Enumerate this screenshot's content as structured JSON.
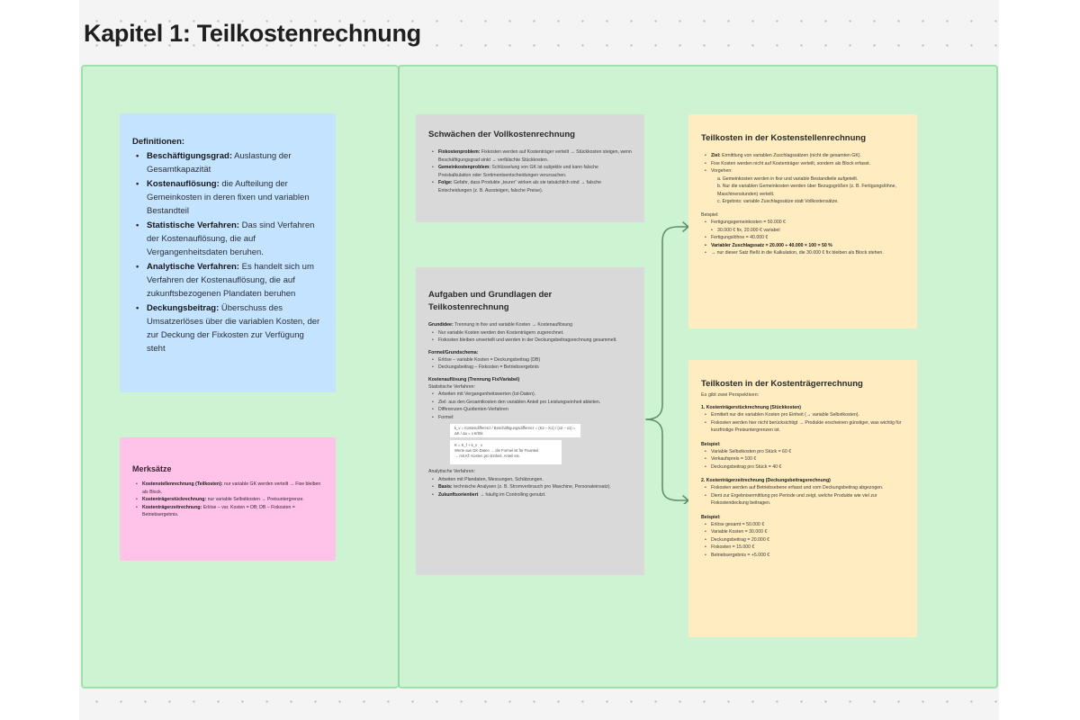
{
  "page": {
    "title": "Kapitel 1: Teilkostenrechnung"
  },
  "definitions_card": {
    "title": "Definitionen:",
    "items": [
      {
        "term": "Beschäftigungsgrad:",
        "text": " Auslastung der Gesamtkapazität"
      },
      {
        "term": "Kostenauflösung:",
        "text": " die Aufteilung der Gemeinkosten in deren fixen und variablen Bestandteil"
      },
      {
        "term": "Statistische Verfahren:",
        "text": " Das sind Verfahren der Kostenauflösung, die auf Vergangenheitsdaten beruhen."
      },
      {
        "term": "Analytische Verfahren:",
        "text": " Es handelt sich um Verfahren der Kostenauflösung, die auf zukunftsbezogenen Plandaten beruhen"
      },
      {
        "term": "Deckungsbeitrag:",
        "text": " Überschuss des Umsatzerlöses über die variablen Kosten, der zur Deckung der Fixkosten zur Verfügung steht"
      }
    ]
  },
  "merksaetze_card": {
    "title": "Merksätze",
    "items": [
      {
        "term": "Kostenstellenrechnung (Teilkosten):",
        "text": " nur variable GK werden verteilt → Fixe bleiben als Block."
      },
      {
        "term": "Kostenträgerstückrechnung:",
        "text": " nur variable Selbstkosten → Preisuntergrenze."
      },
      {
        "term": "Kostenträgerzeitrechnung:",
        "text": " Erlöse – var. Kosten = DB; DB – Fixkosten = Betriebsergebnis."
      }
    ]
  },
  "schwaechen_card": {
    "title": "Schwächen der Vollkostenrechnung",
    "items": [
      {
        "term": "Fixkostenproblem:",
        "text": " Fixkosten werden auf Kostenträger verteilt → Stückkosten steigen, wenn Beschäftigungsgrad sinkt → verfälschte Stückkosten."
      },
      {
        "term": "Gemeinkostenproblem:",
        "text": " Schlüsselung von GK ist subjektiv und kann falsche Preiskalkulation oder Sortimentsentscheidungen verursachen."
      },
      {
        "term": "Folge:",
        "text": " Gefahr, dass Produkte „teurer“ wirken als sie tatsächlich sind → falsche Entscheidungen (z. B. Aussteigen, falsche Preise)."
      }
    ]
  },
  "aufgaben_card": {
    "title": "Aufgaben und Grundlagen der Teilkostenrechnung",
    "grundidee_label": "Grundidee:",
    "grundidee_text": " Trennung in fixe und variable Kosten → Kostenauflösung",
    "grundidee_items": [
      "Nur variable Kosten werden den Kostenträgern zugerechnet.",
      "Fixkosten bleiben unverteilt und werden in der Deckungsbeitragsrechnung gesammelt."
    ],
    "formel_label": "Formel/Grundschema:",
    "formel_items": [
      "Erlöse – variable Kosten = Deckungsbeitrag (DB)",
      "Deckungsbeitrag – Fixkosten = Betriebsergebnis"
    ],
    "kostenaufloesung_label": "Kostenauflösung (Trennung Fix/Variabel)",
    "statistische_label": "Statistische Verfahren:",
    "statistische_items": [
      "Arbeiten mit Vergangenheitswerten (Ist-Daten).",
      "Ziel: aus den Gesamtkosten den variablen Anteil pro Leistungseinheit ableiten.",
      "Differenzen-Quotienten-Verfahren",
      "Formel:"
    ],
    "formula_line": "k_v = Kostendifferenz / Beschäftigungsdifferenz = (K2 – K1) / (x2 – x1) = ΔK / Δx = x €/Stk",
    "formula_note_1": "K = K_f + k_v · x",
    "formula_note_2": "Werte aus GK-Daten → die Formel ist für Fixanteil",
    "formula_note_3": "→ mit Kf: Kosten pro Einheit, Anteil etc.",
    "analytische_label": "Analytische Verfahren:",
    "analytische_items": [
      {
        "term": "",
        "text": "Arbeiten mit Plandaten, Messungen, Schätzungen."
      },
      {
        "term": "Basis:",
        "text": " technische Analysen (z. B. Stromverbrauch pro Maschine, Personaleinsatz)."
      },
      {
        "term": "Zukunftsorientiert",
        "text": " → häufig im Controlling genutzt."
      }
    ]
  },
  "kostenstellen_card": {
    "title": "Teilkosten in der Kostenstellenrechnung",
    "items": [
      {
        "term": "Ziel:",
        "text": " Ermittlung von variablen Zuschlagssätzen (nicht die gesamten GK)."
      },
      {
        "term": "",
        "text": "Fixe Kosten werden nicht auf Kostenträger verteilt, sondern als Block erfasst."
      },
      {
        "term": "",
        "text": "Vorgehen:"
      }
    ],
    "steps": [
      "a. Gemeinkosten werden in fixe und variable Bestandteile aufgeteilt.",
      "b. Nur die variablen Gemeinkosten werden über Bezugsgrößen (z. B. Fertigungslöhne, Maschinenstunden) verteilt.",
      "c. Ergebnis: variable Zuschlagssätze statt Vollkostensätze."
    ],
    "beispiel_label": "Beispiel:",
    "beispiel_items": [
      {
        "text": "Fertigungsgemeinkosten = 50.000 €",
        "sub": false
      },
      {
        "text": "30.000 € fix, 20.000 € variabel",
        "sub": true
      },
      {
        "text": "Fertigungslöhne = 40.000 €",
        "sub": false
      },
      {
        "text": "Variabler Zuschlagssatz = 20.000 ÷ 40.000 × 100 = 50 %",
        "sub": false,
        "bold_prefix": "Variabler Zuschlagssatz"
      },
      {
        "text": "→ nur dieser Satz fließt in die Kalkulation, die 30.000 € fix bleiben als Block stehen.",
        "sub": false
      }
    ]
  },
  "kostentraeger_card": {
    "title": "Teilkosten in der Kostenträgerrechnung",
    "subtitle": "Es gibt zwei Perspektiven:",
    "part1_label": "1. Kostenträgerstückrechnung (Stückkosten)",
    "part1_items": [
      "Ermittelt nur die variablen Kosten pro Einheit (→ variable Selbstkosten).",
      "Fixkosten werden hier nicht berücksichtigt → Produkte erscheinen günstiger, was wichtig für kurzfristige Preisuntergrenzen ist."
    ],
    "beispiel1_label": "Beispiel:",
    "beispiel1_items": [
      "Variable Selbstkosten pro Stück = 60 €",
      "Verkaufspreis = 100 €",
      "Deckungsbeitrag pro Stück = 40 €"
    ],
    "part2_label": "2. Kostenträgerzeitrechnung (Deckungsbeitragsrechnung)",
    "part2_items": [
      "Fixkosten werden auf Betriebsebene erfasst und vom Deckungsbeitrag abgezogen.",
      "Dient zur Ergebnisermittlung pro Periode und zeigt, welche Produkte wie viel zur Fixkostendeckung beitragen."
    ],
    "beispiel2_label": "Beispiel:",
    "beispiel2_items": [
      "Erlöse gesamt = 50.000 €",
      "Variable Kosten = 30.000 €",
      "Deckungsbeitrag = 20.000 €",
      "Fixkosten = 15.000 €",
      "Betriebsergebnis = +5.000 €"
    ]
  },
  "colors": {
    "canvas_bg": "#f4f4f4",
    "section_green": "#cdf3d3",
    "section_border": "#9fe0ac",
    "card_blue": "#c4e3ff",
    "card_pink": "#ffc3ea",
    "card_gray": "#d9d9d9",
    "card_yellow": "#ffecc1",
    "connector": "#5f8f6b"
  }
}
